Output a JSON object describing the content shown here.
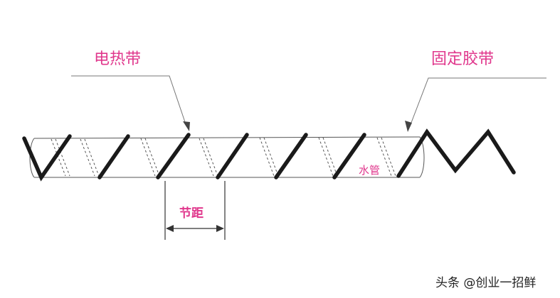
{
  "labels": {
    "heating_tape": "电热带",
    "fixing_tape": "固定胶带",
    "water_pipe": "水管",
    "pitch": "节距"
  },
  "watermark": "头条 @创业一招鲜",
  "colors": {
    "label_pink": "#e0378c",
    "coil": "#1a1a1a",
    "tube": "#555555"
  }
}
